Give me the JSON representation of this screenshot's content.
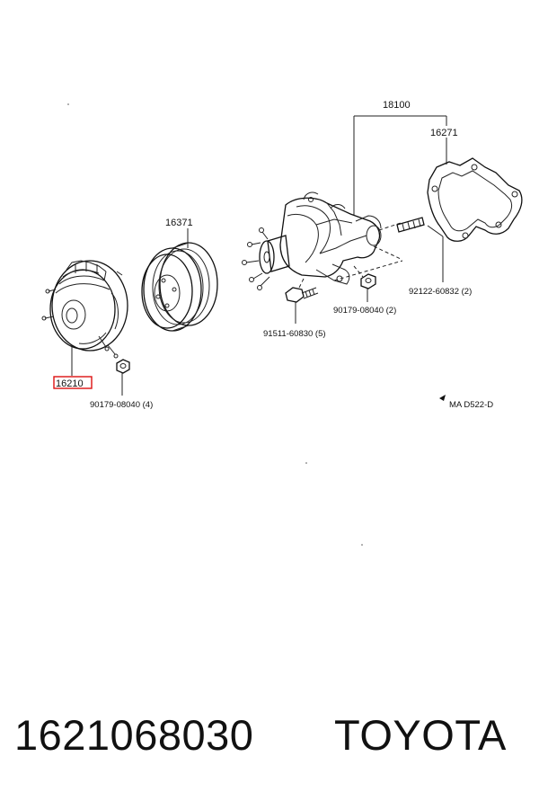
{
  "diagram": {
    "labels": {
      "water_pump_assy": "18100",
      "gasket": "16271",
      "pulley": "16371",
      "fan_clutch": "16210",
      "stud": "92122-60832 (2)",
      "nut_pump": "90179-08040 (2)",
      "bolt": "91511-60830 (5)",
      "nut_clutch": "90179-08040 (4)",
      "ref_code": "MA  D522-D"
    },
    "highlight_color": "#dd1111"
  },
  "footer": {
    "part_number": "1621068030",
    "brand": "TOYOTA"
  }
}
